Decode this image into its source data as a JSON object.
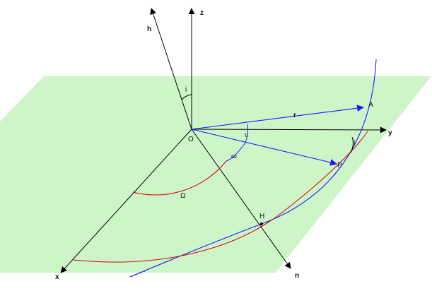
{
  "colors": {
    "plane_fill": "#cdf5c8",
    "axis": "#000000",
    "vector": "#1a1aff",
    "arc_red": "#d40000",
    "orbit_blue": "#1a1aff"
  },
  "labels": {
    "z": "z",
    "h": "h",
    "y": "y",
    "x": "x",
    "n": "n",
    "origin": "O",
    "r": "r",
    "A": "A",
    "P": "P",
    "H": "H",
    "nu": "ν",
    "omega": "ω",
    "Omega": "Ω",
    "i_top": "i",
    "i_right": "i"
  }
}
